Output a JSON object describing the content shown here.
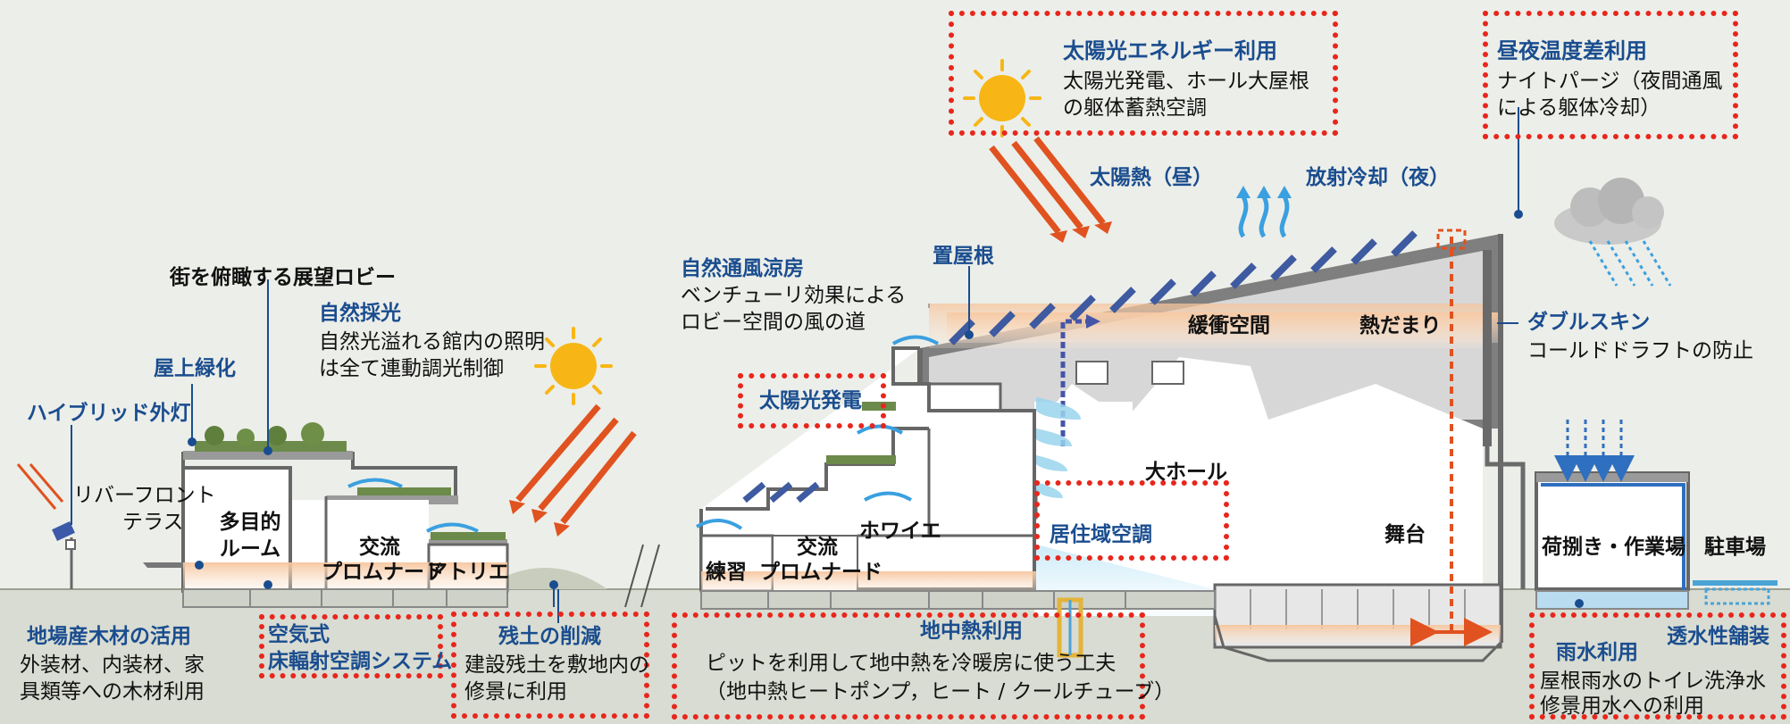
{
  "labels": {
    "solar_energy_title": "太陽光エネルギー利用",
    "solar_energy_line1": "太陽光発電、ホール大屋根",
    "solar_energy_line2": "の躯体蓄熱空調",
    "day_night_title": "昼夜温度差利用",
    "day_night_line1": "ナイトパージ（夜間通風",
    "day_night_line2": "による躯体冷却）",
    "solar_heat_day": "太陽熱（昼）",
    "radiative_cooling_night": "放射冷却（夜）",
    "city_lobby": "街を俯瞰する展望ロビー",
    "natural_lighting_title": "自然採光",
    "natural_lighting_line1": "自然光溢れる館内の照明",
    "natural_lighting_line2": "は全て連動調光制御",
    "rooftop_greening": "屋上緑化",
    "hybrid_light": "ハイブリッド外灯",
    "riverfront_line1": "リバーフロント",
    "riverfront_line2": "テラス",
    "multipurpose_line1": "多目的",
    "multipurpose_line2": "ルーム",
    "exchange_prom_left_line1": "交流",
    "exchange_prom_left_line2": "プロムナード",
    "atelier": "アトリエ",
    "natural_ventilation_title": "自然通風涼房",
    "natural_ventilation_line1": "ベンチューリ効果による",
    "natural_ventilation_line2": "ロビー空間の風の道",
    "placed_roof": "置屋根",
    "buffer_space": "緩衝空間",
    "heat_pool": "熱だまり",
    "double_skin_title": "ダブルスキン",
    "double_skin_line1": "コールドドラフトの防止",
    "solar_power": "太陽光発電",
    "large_hall": "大ホール",
    "living_zone_ac": "居住域空調",
    "stage": "舞台",
    "foyer": "ホワイエ",
    "practice": "練習",
    "exchange_prom_right_line1": "交流",
    "exchange_prom_right_line2": "プロムナード",
    "loading_workshop": "荷捌き・作業場",
    "parking": "駐車場",
    "local_timber_title": "地場産木材の活用",
    "local_timber_line1": "外装材、内装材、家",
    "local_timber_line2": "具類等への木材利用",
    "floor_radiant_line1": "空気式",
    "floor_radiant_line2": "床輻射空調システム",
    "surplus_soil_title": "残土の削減",
    "surplus_soil_line1": "建設残土を敷地内の",
    "surplus_soil_line2": "修景に利用",
    "geothermal_title": "地中熱利用",
    "geothermal_line1": "ピットを利用して地中熱を冷暖房に使う工夫",
    "geothermal_line2": "（地中熱ヒートポンプ，ヒート / クールチューブ）",
    "rainwater_title": "雨水利用",
    "permeable_paving": "透水性舗装",
    "rainwater_line1": "屋根雨水のトイレ洗浄水",
    "rainwater_line2": "修景用水への利用"
  },
  "colors": {
    "label_blue": "#1a4d8f",
    "highlight_red": "#e8261c",
    "sun_orange": "#f7b616",
    "heat_arrow": "#e0521f",
    "cool_air": "#9ad4ee",
    "building_gray": "#8a8a8a"
  },
  "icons": [
    "sun-icon",
    "cloud-icon",
    "rain-icon",
    "tree-icon",
    "solar-panel-icon",
    "street-lamp-icon",
    "heat-arrow-icon",
    "cool-air-arrow-icon"
  ]
}
